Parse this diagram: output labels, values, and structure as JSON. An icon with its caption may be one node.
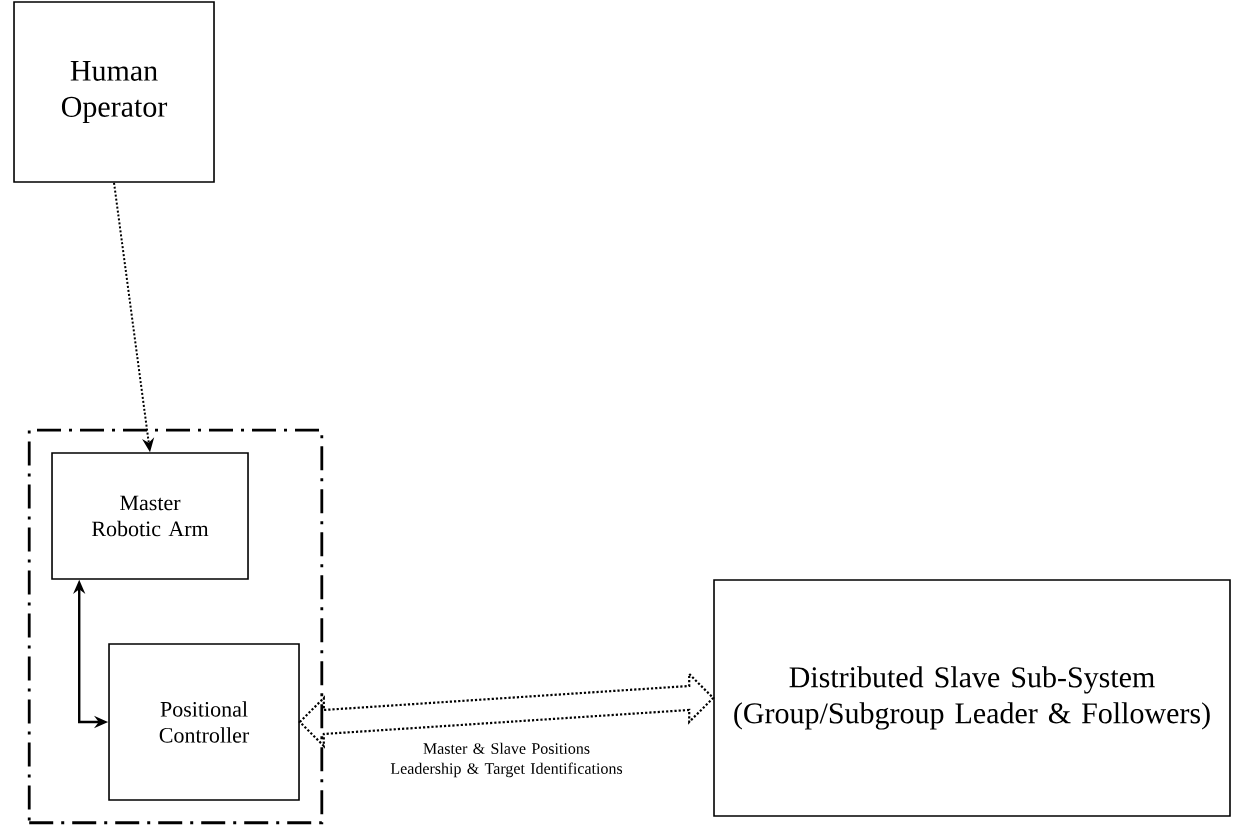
{
  "diagram": {
    "nodes": [
      {
        "text": [
          "Human Operator"
        ]
      },
      {
        "text": [],
        "shape": "box"
      },
      {
        "text": [
          "Master Robotic Arm"
        ],
        "in": 1
      },
      {
        "text": [
          "Positional Controller"
        ],
        "in": 1
      },
      {
        "text": [
          "Distributed Slave Sub-System (Group/Subgroup Leader & Followers)"
        ]
      }
    ],
    "edges": [
      {
        "from": 0,
        "to": 2,
        "arrow": "to",
        "style": "dashed"
      },
      {
        "from": 2,
        "to": 3,
        "arrow": "both"
      },
      {
        "from": 3,
        "to": 4,
        "arrow": "both",
        "style": "dashed",
        "label": "Master & Slave Positions Leadership & Target Identifications"
      }
    ]
  }
}
